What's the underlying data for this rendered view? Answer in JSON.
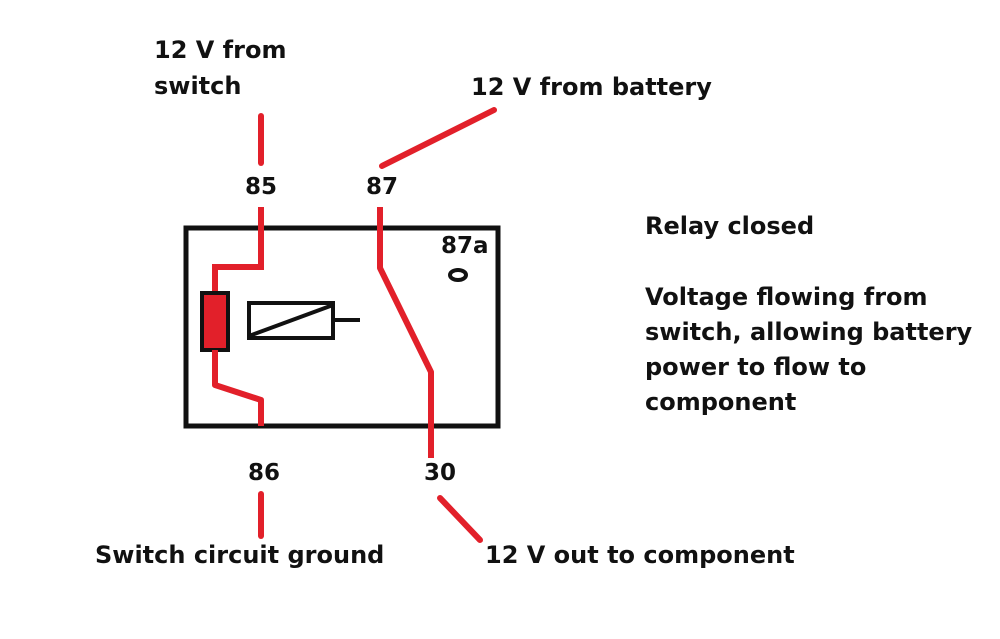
{
  "labels": {
    "switch_in_line1": "12 V from",
    "switch_in_line2": "switch",
    "battery_in": "12 V from battery",
    "ground": "Switch circuit ground",
    "component_out": "12 V out to component"
  },
  "pins": {
    "p85": "85",
    "p87": "87",
    "p87a": "87a",
    "p86": "86",
    "p30": "30"
  },
  "status": {
    "title": "Relay closed",
    "description_lines": [
      "Voltage flowing from",
      "switch, allowing battery",
      "power to flow to",
      "component"
    ]
  },
  "colors": {
    "wire": "#e2202a",
    "outline": "#111111",
    "background": "#ffffff"
  }
}
